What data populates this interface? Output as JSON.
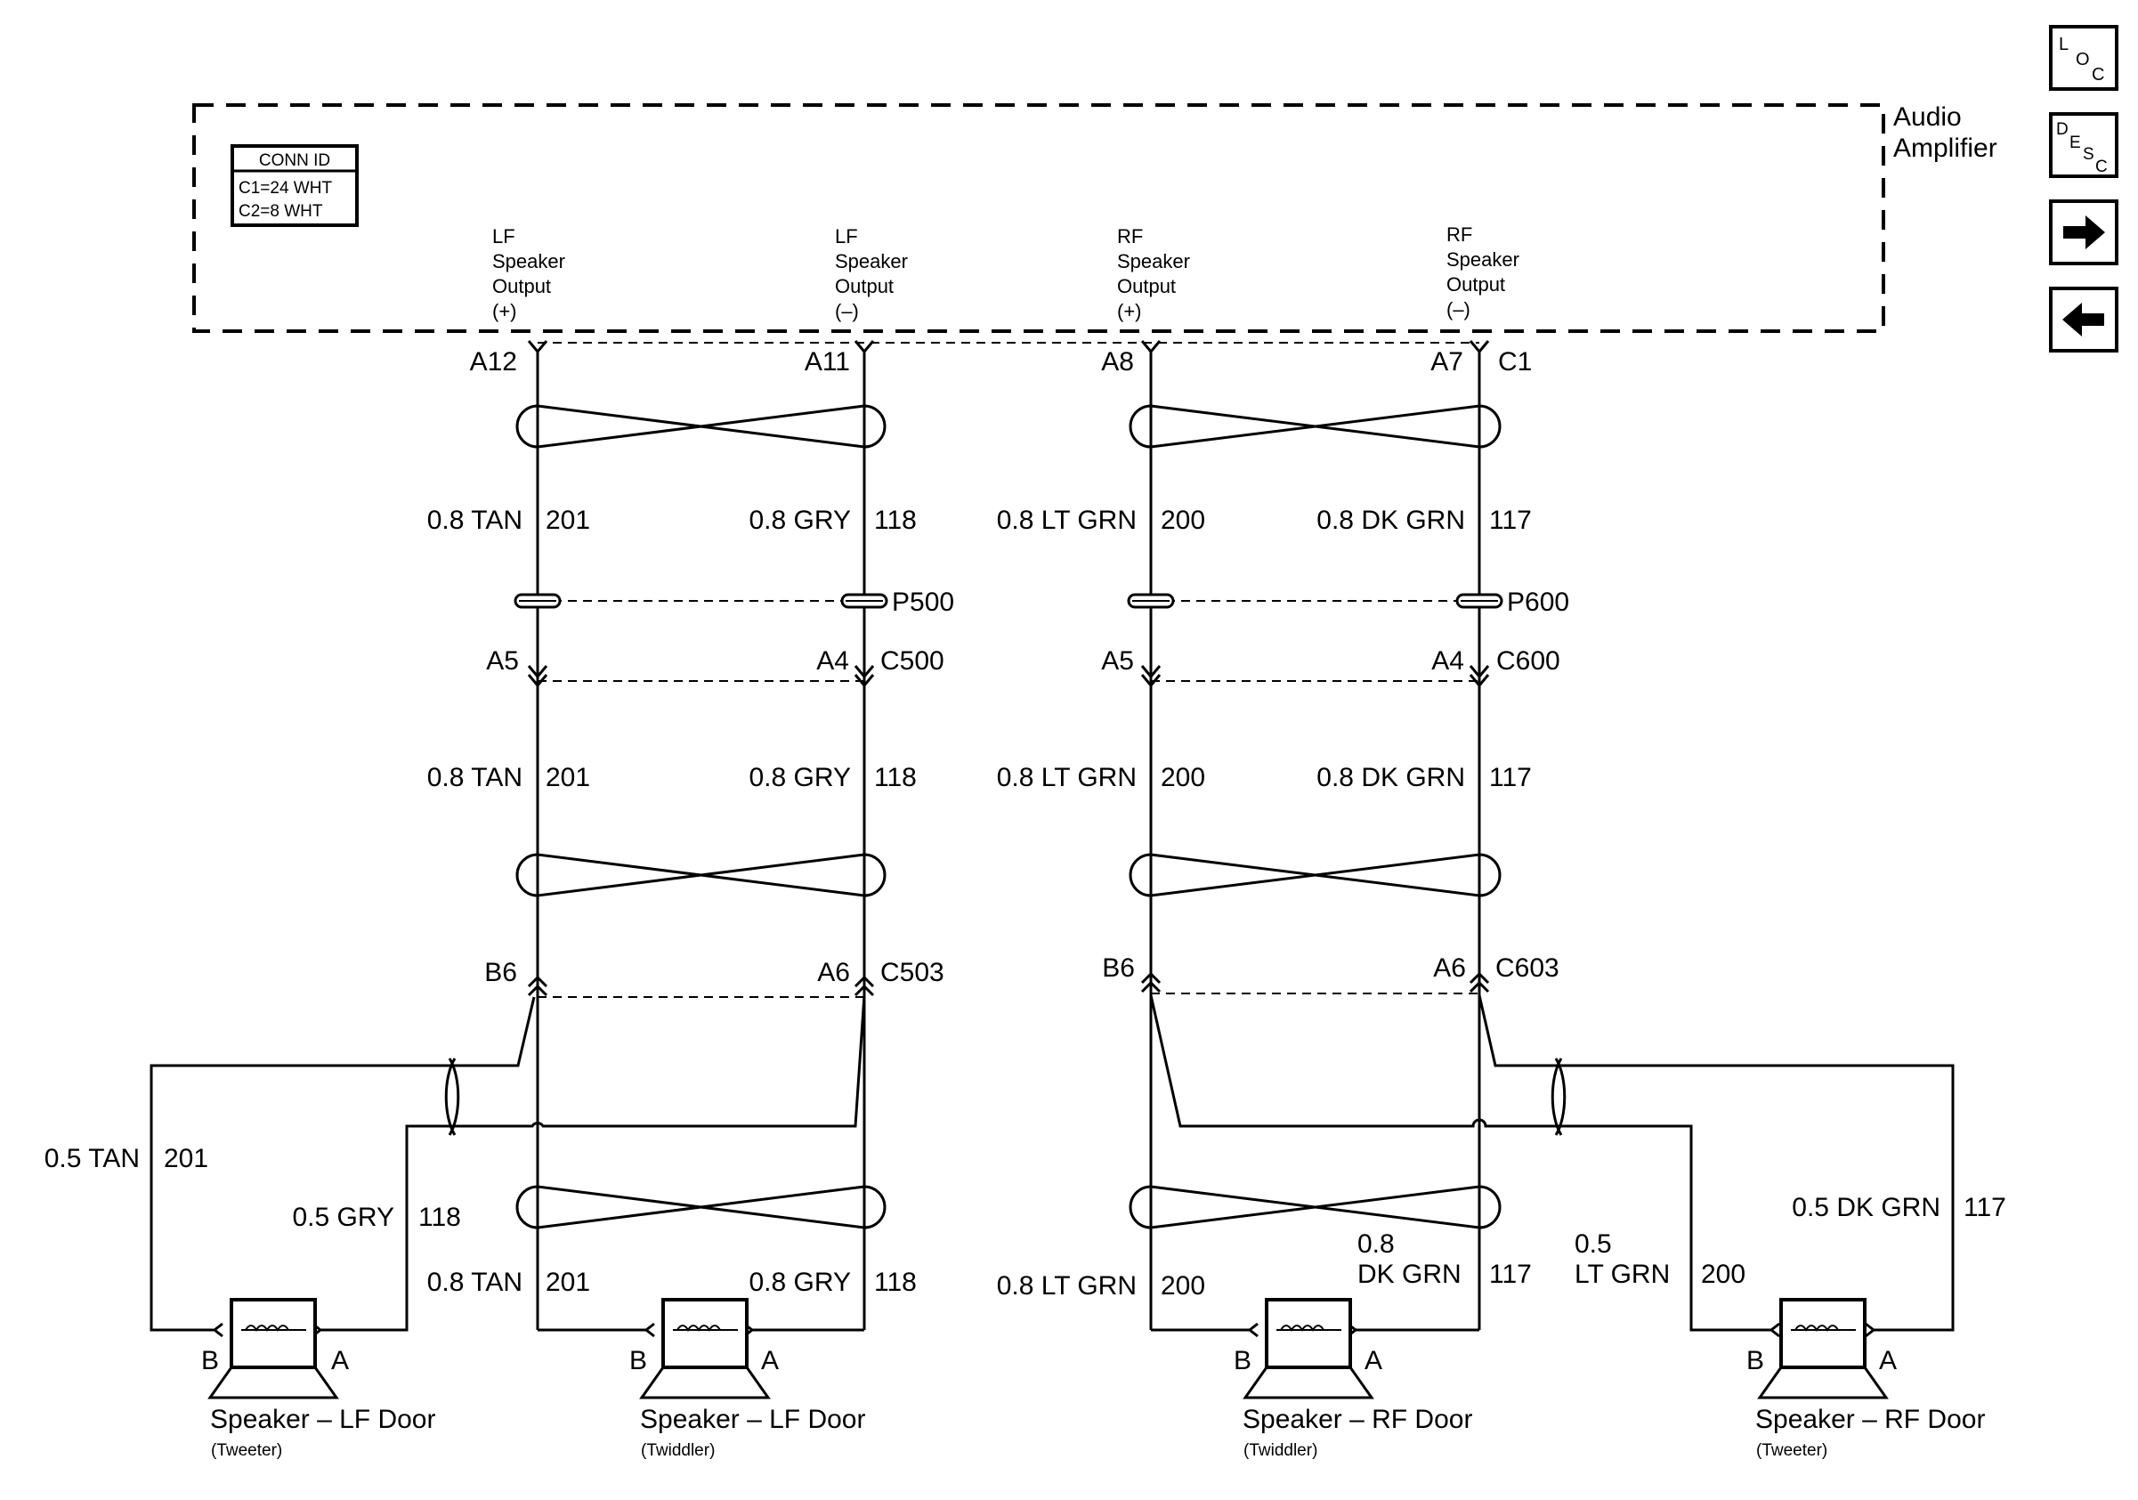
{
  "amplifier": {
    "name_line1": "Audio",
    "name_line2": "Amplifier",
    "conn_id": {
      "title": "CONN ID",
      "c1": "C1=24 WHT",
      "c2": "C2=8 WHT"
    },
    "outputs": [
      {
        "l1": "LF",
        "l2": "Speaker",
        "l3": "Output",
        "l4": "(+)"
      },
      {
        "l1": "LF",
        "l2": "Speaker",
        "l3": "Output",
        "l4": "(–)"
      },
      {
        "l1": "RF",
        "l2": "Speaker",
        "l3": "Output",
        "l4": "(+)"
      },
      {
        "l1": "RF",
        "l2": "Speaker",
        "l3": "Output",
        "l4": "(–)"
      }
    ],
    "pins": [
      "A12",
      "A11",
      "A8",
      "A7"
    ],
    "connector": "C1"
  },
  "top_wires": [
    {
      "size": "0.8 TAN",
      "circuit": "201"
    },
    {
      "size": "0.8 GRY",
      "circuit": "118"
    },
    {
      "size": "0.8 LT GRN",
      "circuit": "200"
    },
    {
      "size": "0.8 DK GRN",
      "circuit": "117"
    }
  ],
  "splices": [
    "P500",
    "P600"
  ],
  "connector_c500": {
    "name": "C500",
    "pin_left": "A5",
    "pin_right": "A4"
  },
  "connector_c600": {
    "name": "C600",
    "pin_left": "A5",
    "pin_right": "A4"
  },
  "mid_wires": [
    {
      "size": "0.8 TAN",
      "circuit": "201"
    },
    {
      "size": "0.8 GRY",
      "circuit": "118"
    },
    {
      "size": "0.8 LT GRN",
      "circuit": "200"
    },
    {
      "size": "0.8 DK GRN",
      "circuit": "117"
    }
  ],
  "connector_c503": {
    "name": "C503",
    "pin_left": "B6",
    "pin_right": "A6"
  },
  "connector_c603": {
    "name": "C603",
    "pin_left": "B6",
    "pin_right": "A6"
  },
  "bottom_wires": {
    "lf_tweeter_tan": {
      "size": "0.5 TAN",
      "circuit": "201"
    },
    "lf_tweeter_gry": {
      "size": "0.5 GRY",
      "circuit": "118"
    },
    "lf_twiddler_tan": {
      "size": "0.8 TAN",
      "circuit": "201"
    },
    "lf_twiddler_gry": {
      "size": "0.8 GRY",
      "circuit": "118"
    },
    "rf_twiddler_ltgrn": {
      "size": "0.8 LT GRN",
      "circuit": "200"
    },
    "rf_twiddler_dkgrn": {
      "size_line1": "0.8",
      "size_line2": "DK GRN",
      "circuit": "117"
    },
    "rf_tweeter_ltgrn": {
      "size_line1": "0.5",
      "size_line2": "LT GRN",
      "circuit": "200"
    },
    "rf_tweeter_dkgrn": {
      "size": "0.5 DK GRN",
      "circuit": "117"
    }
  },
  "speakers": [
    {
      "name": "Speaker – LF Door",
      "sub": "(Tweeter)",
      "pin_b": "B",
      "pin_a": "A"
    },
    {
      "name": "Speaker – LF Door",
      "sub": "(Twiddler)",
      "pin_b": "B",
      "pin_a": "A"
    },
    {
      "name": "Speaker – RF Door",
      "sub": "(Twiddler)",
      "pin_b": "B",
      "pin_a": "A"
    },
    {
      "name": "Speaker – RF Door",
      "sub": "(Tweeter)",
      "pin_b": "B",
      "pin_a": "A"
    }
  ],
  "nav": {
    "loc": {
      "l": "L",
      "o": "O",
      "c": "C"
    },
    "desc": {
      "d": "D",
      "e": "E",
      "s": "S",
      "c": "C"
    },
    "next_icon": "arrow-right-icon",
    "prev_icon": "arrow-left-icon"
  }
}
